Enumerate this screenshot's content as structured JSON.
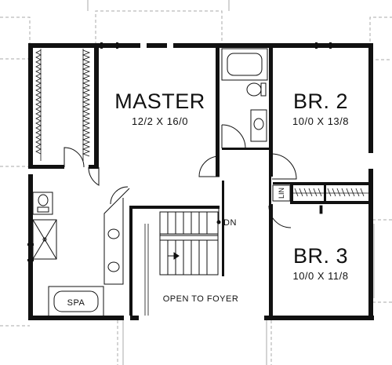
{
  "rooms": {
    "master": {
      "name": "MASTER",
      "dims": "12/2 X 16/0"
    },
    "br2": {
      "name": "BR. 2",
      "dims": "10/0 X 13/8"
    },
    "br3": {
      "name": "BR. 3",
      "dims": "10/0 X 11/8"
    }
  },
  "labels": {
    "spa": "SPA",
    "open_to_foyer": "OPEN TO FOYER",
    "stairs_down": "DN",
    "linen": "LIN"
  }
}
